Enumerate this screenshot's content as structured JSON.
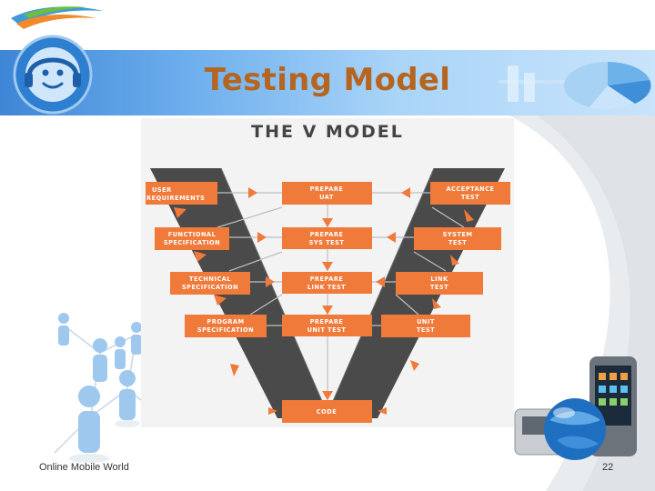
{
  "slide": {
    "title": "Testing Model",
    "footer_left": "Online Mobile World",
    "page_number": "22"
  },
  "figure": {
    "heading": "THE V MODEL",
    "left_boxes": [
      {
        "line1": "USER",
        "line2": "REQUIREMENTS"
      },
      {
        "line1": "FUNCTIONAL",
        "line2": "SPECIFICATION"
      },
      {
        "line1": "TECHNICAL",
        "line2": "SPECIFICATION"
      },
      {
        "line1": "PROGRAM",
        "line2": "SPECIFICATION"
      }
    ],
    "middle_boxes": [
      {
        "line1": "PREPARE",
        "line2": "UAT"
      },
      {
        "line1": "PREPARE",
        "line2": "SYS TEST"
      },
      {
        "line1": "PREPARE",
        "line2": "LINK TEST"
      },
      {
        "line1": "PREPARE",
        "line2": "UNIT TEST"
      }
    ],
    "right_boxes": [
      {
        "line1": "ACCEPTANCE",
        "line2": "TEST"
      },
      {
        "line1": "SYSTEM",
        "line2": "TEST"
      },
      {
        "line1": "LINK",
        "line2": "TEST"
      },
      {
        "line1": "UNIT",
        "line2": "TEST"
      }
    ],
    "bottom_box": "CODE"
  },
  "colors": {
    "title": "#b5651f",
    "box_orange": "#f07a3a",
    "v_shape": "#4a4a4a",
    "header_blue": "#3e86d6"
  },
  "icons": [
    "logo-swoosh-icon",
    "headset-smiley-icon",
    "pie-chart-icon",
    "people-network-icon",
    "phone-globe-icon"
  ]
}
